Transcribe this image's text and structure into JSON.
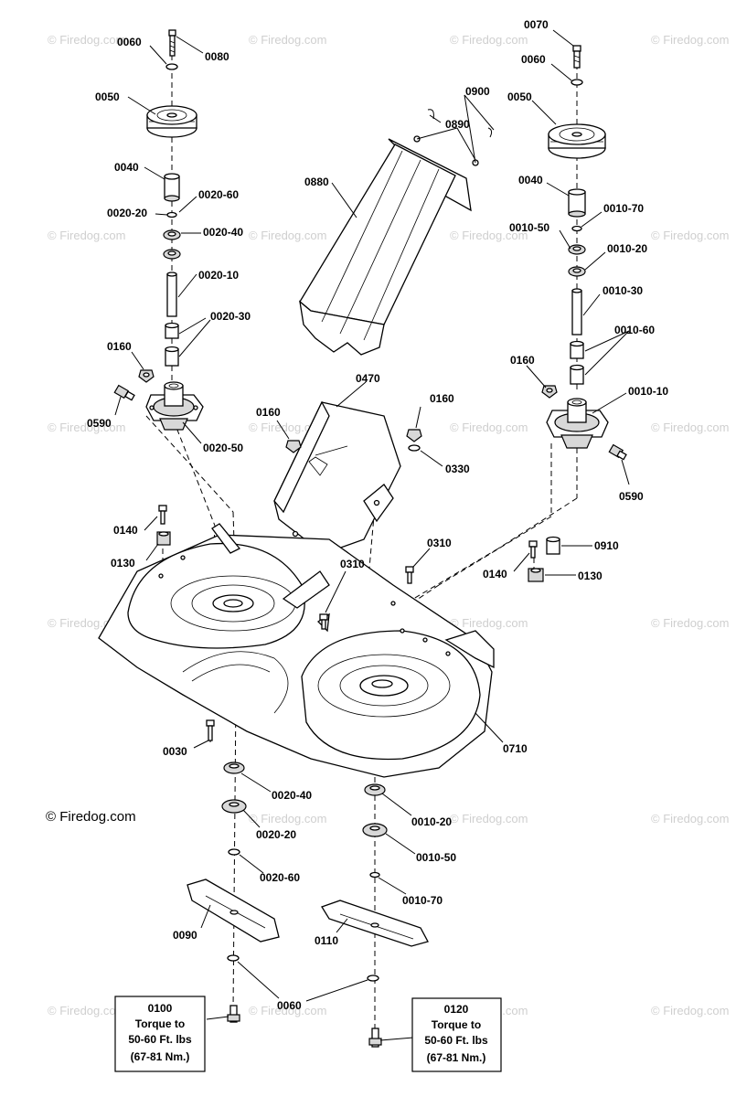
{
  "copyright": "© Firedog.com",
  "watermark": "© Firedog.com",
  "labels": {
    "l0060a": "0060",
    "l0080": "0080",
    "l0050a": "0050",
    "l0040a": "0040",
    "l0020_20a": "0020-20",
    "l0020_60a": "0020-60",
    "l0020_40a": "0020-40",
    "l0020_10": "0020-10",
    "l0020_30": "0020-30",
    "l0160a": "0160",
    "l0590a": "0590",
    "l0020_50": "0020-50",
    "l0070": "0070",
    "l0060b": "0060",
    "l0050b": "0050",
    "l0040b": "0040",
    "l0010_70a": "0010-70",
    "l0010_50a": "0010-50",
    "l0010_20a": "0010-20",
    "l0010_30": "0010-30",
    "l0010_60": "0010-60",
    "l0160b": "0160",
    "l0010_10": "0010-10",
    "l0590b": "0590",
    "l0900": "0900",
    "l0890": "0890",
    "l0880": "0880",
    "l0470": "0470",
    "l0160c": "0160",
    "l0160d": "0160",
    "l0330": "0330",
    "l0140a": "0140",
    "l0130a": "0130",
    "l0310a": "0310",
    "l0310b": "0310",
    "l0910": "0910",
    "l0140b": "0140",
    "l0130b": "0130",
    "l0710": "0710",
    "l0030": "0030",
    "l0020_40b": "0020-40",
    "l0020_20b": "0020-20",
    "l0020_60b": "0020-60",
    "l0010_20b": "0010-20",
    "l0010_50b": "0010-50",
    "l0010_70b": "0010-70",
    "l0090": "0090",
    "l0110": "0110",
    "l0060c": "0060"
  },
  "torque_boxes": [
    {
      "part": "0100",
      "line1": "Torque to",
      "line2": "50-60 Ft. lbs",
      "line3": "(67-81 Nm.)"
    },
    {
      "part": "0120",
      "line1": "Torque to",
      "line2": "50-60 Ft. lbs",
      "line3": "(67-81 Nm.)"
    }
  ]
}
